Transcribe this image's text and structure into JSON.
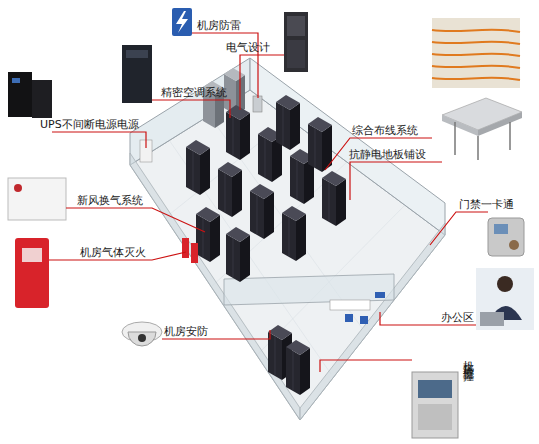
{
  "diagram": {
    "labels": [
      "机房防雷",
      "电气设计",
      "精密空调系统",
      "UPS不间断电源电源",
      "综合布线系统",
      "抗静电地板铺设",
      "新风换气系统",
      "门禁一卡通",
      "机房气体灭火",
      "办公区",
      "机房安防",
      "机房环境监控"
    ]
  }
}
